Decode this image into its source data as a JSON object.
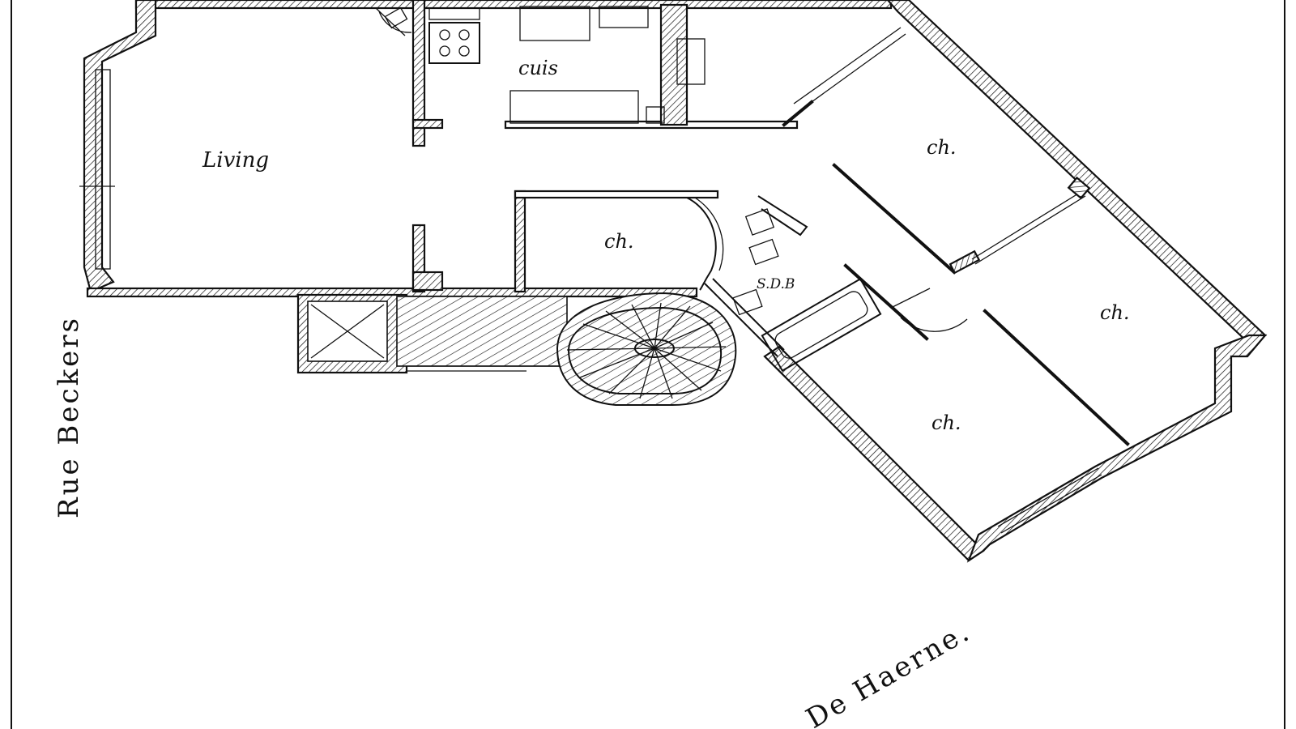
{
  "rooms": {
    "living": "Living",
    "kitchen": "cuis",
    "bedroom_small": "ch.",
    "bedroom_top_right": "ch.",
    "bedroom_right": "ch.",
    "bedroom_bottom": "ch.",
    "bathroom": "S.D.B"
  },
  "streets": {
    "left": "Rue Beckers",
    "bottom": "De Haerne."
  }
}
